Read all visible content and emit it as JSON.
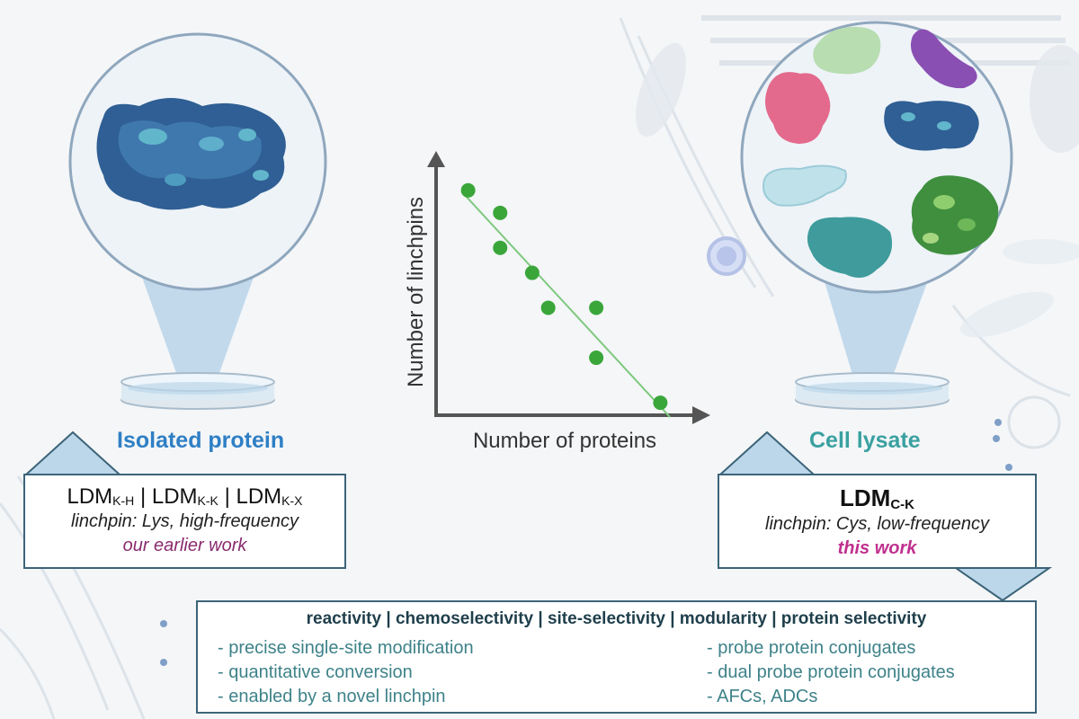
{
  "left_panel": {
    "title": "Isolated protein",
    "ldm_parts": [
      {
        "base": "LDM",
        "sub": "K-H"
      },
      {
        "base": "LDM",
        "sub": "K-K"
      },
      {
        "base": "LDM",
        "sub": "K-X"
      }
    ],
    "separator": "|",
    "linchpin": "linchpin: Lys, high-frequency",
    "work": "our earlier work"
  },
  "right_panel": {
    "title": "Cell lysate",
    "ldm_base": "LDM",
    "ldm_sub": "C-K",
    "linchpin": "linchpin: Cys, low-frequency",
    "work": "this work"
  },
  "chart_data": {
    "type": "scatter",
    "xlabel": "Number of proteins",
    "ylabel": "Number of linchpins",
    "x": [
      1,
      2,
      2,
      3,
      3.5,
      5,
      5,
      7
    ],
    "y": [
      9,
      8.1,
      6.7,
      5.7,
      4.3,
      4.3,
      2.3,
      0.5
    ],
    "trendline": true,
    "xlim": [
      0,
      8
    ],
    "ylim": [
      0,
      10
    ],
    "point_color": "#3aa63a",
    "line_color": "#7ec97e"
  },
  "bottom": {
    "properties": "reactivity | chemoselectivity | site-selectivity | modularity | protein selectivity",
    "left_items": [
      "- precise single-site modification",
      "- quantitative conversion",
      "- enabled by a novel linchpin"
    ],
    "right_items": [
      "- probe protein conjugates",
      "- dual probe protein conjugates",
      "- AFCs, ADCs"
    ]
  },
  "colors": {
    "left_title": "#2f7fc4",
    "right_title": "#3aa0a0",
    "box_border": "#3c6478",
    "triangle_fill": "#bcd6ea"
  }
}
